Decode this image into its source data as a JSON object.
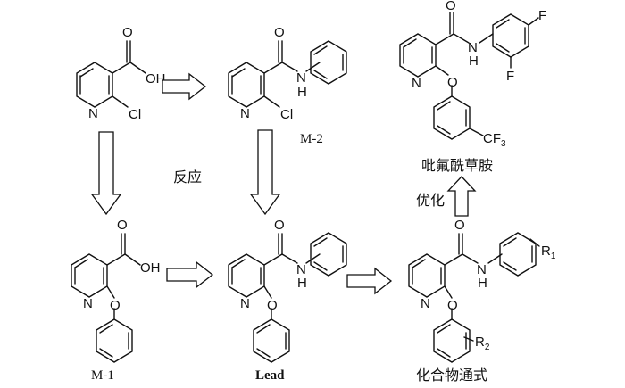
{
  "labels": {
    "m1": "M-1",
    "m2": "M-2",
    "lead": "Lead",
    "reaction": "反应",
    "optimize": "优化",
    "product": "吡氟酰草胺",
    "general": "化合物通式"
  },
  "atoms": {
    "N": "N",
    "Cl": "Cl",
    "OH": "OH",
    "O": "O",
    "H": "H",
    "F": "F",
    "CF": "CF",
    "sub3": "3",
    "R": "R",
    "sub1": "1",
    "sub2": "2"
  }
}
